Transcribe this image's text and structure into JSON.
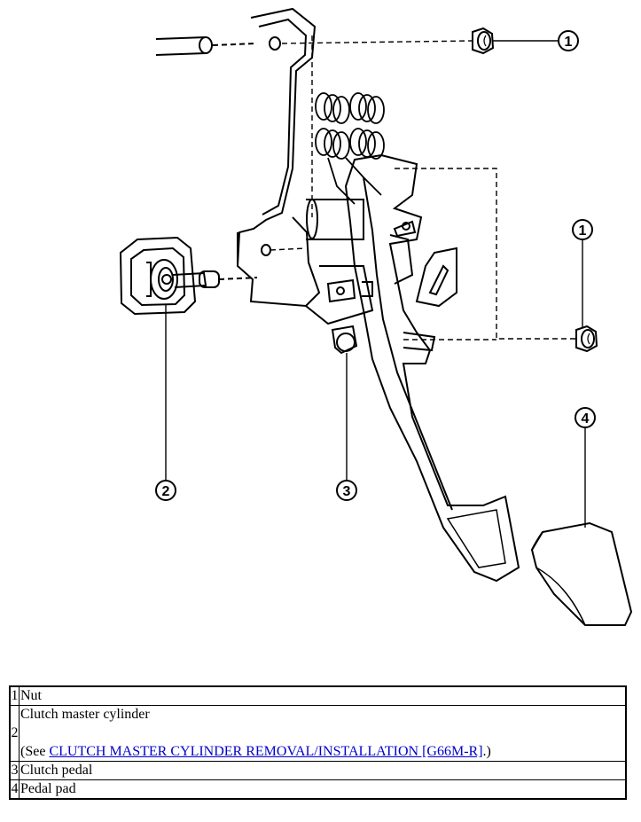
{
  "callouts": [
    {
      "id": "callout-nut-top",
      "label": "1"
    },
    {
      "id": "callout-nut-right",
      "label": "1"
    },
    {
      "id": "callout-master-cylinder",
      "label": "2"
    },
    {
      "id": "callout-clutch-pedal",
      "label": "3"
    },
    {
      "id": "callout-pedal-pad",
      "label": "4"
    }
  ],
  "legend": [
    {
      "num": "1",
      "text": "Nut"
    },
    {
      "num": "2",
      "text": "Clutch master cylinder",
      "see_prefix": "(See ",
      "link_text": "CLUTCH MASTER CYLINDER REMOVAL/INSTALLATION [G66M-R]",
      "see_suffix": ".)"
    },
    {
      "num": "3",
      "text": "Clutch pedal"
    },
    {
      "num": "4",
      "text": "Pedal pad"
    }
  ],
  "colors": {
    "line": "#000000",
    "link": "#0000cc"
  }
}
